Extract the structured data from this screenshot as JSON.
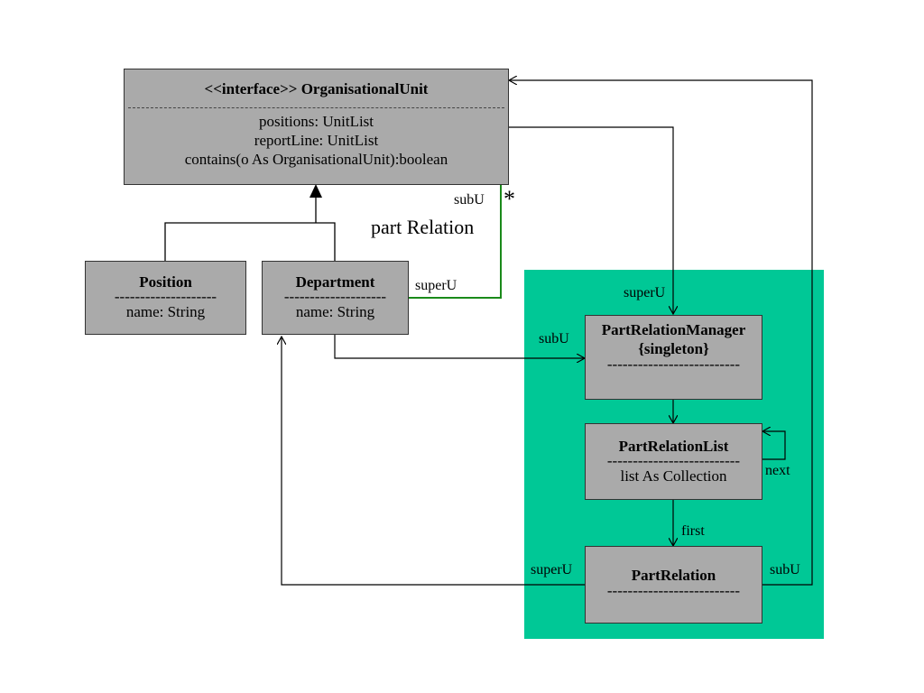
{
  "interface_box": {
    "title": "<<interface>> OrganisationalUnit",
    "attributes": [
      "positions: UnitList",
      "reportLine: UnitList",
      "contains(o As OrganisationalUnit):boolean"
    ]
  },
  "position_box": {
    "title": "Position",
    "dashes": "--------------------",
    "attribute": "name: String"
  },
  "department_box": {
    "title": "Department",
    "dashes": "--------------------",
    "attribute": "name: String"
  },
  "manager_box": {
    "title": "PartRelationManager",
    "subtitle": "{singleton}",
    "dashes": "--------------------------"
  },
  "list_box": {
    "title": "PartRelationList",
    "dashes": "--------------------------",
    "attribute": "list As Collection"
  },
  "relation_box": {
    "title": "PartRelation",
    "dashes": "--------------------------"
  },
  "labels": {
    "subU_top": "subU",
    "multiplicity": "*",
    "part_relation": "part Relation",
    "superU_dept": "superU",
    "superU_manager": "superU",
    "subU_manager": "subU",
    "next": "next",
    "first": "first",
    "superU_relation": "superU",
    "subU_relation": "subU"
  },
  "colors": {
    "box_fill": "#aaaaaa",
    "package_fill": "#00c896",
    "association_line": "#1a8a1a"
  }
}
